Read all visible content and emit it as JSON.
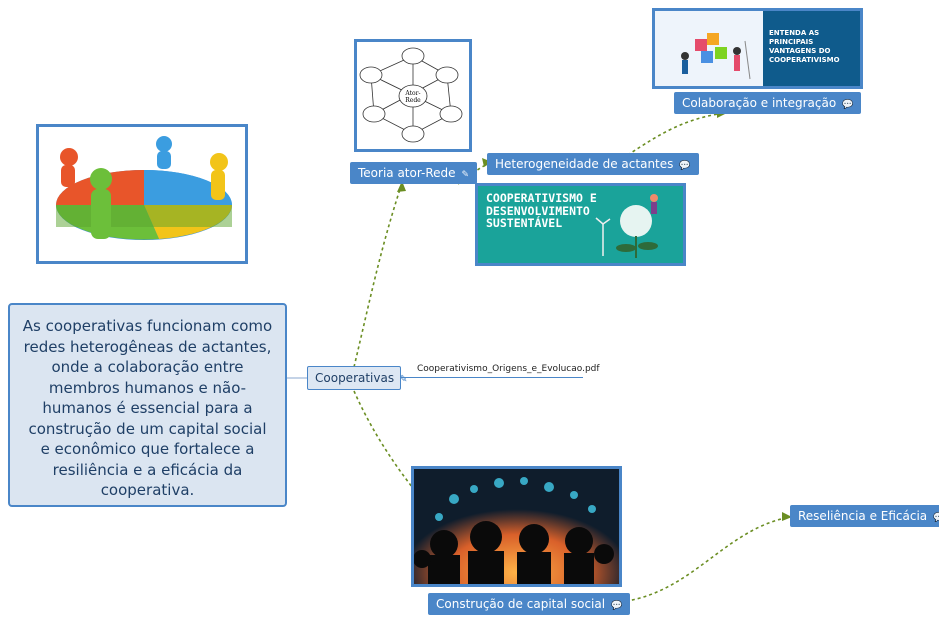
{
  "central": {
    "label": "Cooperativas",
    "attachment_icon": "paperclip-icon"
  },
  "note": {
    "text": "As cooperativas funcionam como redes heterogêneas de actantes, onde a colaboração entre membros humanos e não-humanos é essencial para a construção de um capital social e econômico que fortalece a resiliência e a eficácia da cooperativa."
  },
  "attachment": {
    "filename": "Cooperativismo_Origens_e_Evolucao.pdf"
  },
  "topics": {
    "teoria": "Teoria ator-Rede",
    "heterogeneidade": "Heterogeneidade de actantes",
    "colaboracao": "Colaboração e integração",
    "construcao": "Construção de capital social",
    "resiliencia": "Reseliência e Eficácia"
  },
  "images": {
    "sustentavel": {
      "line1": "COOPERATIVISMO E",
      "line2": "DESENVOLVIMENTO",
      "line3": "SUSTENTÁVEL"
    },
    "vantagens": {
      "line1": "ENTENDA AS PRINCIPAIS",
      "line2": "VANTAGENS DO",
      "line3": "COOPERATIVISMO"
    },
    "ant_center": "Ator-\nRede"
  },
  "colors": {
    "topic": "#4a86c8",
    "note_bg": "#dbe5f1",
    "connector": "#6b8e23"
  }
}
